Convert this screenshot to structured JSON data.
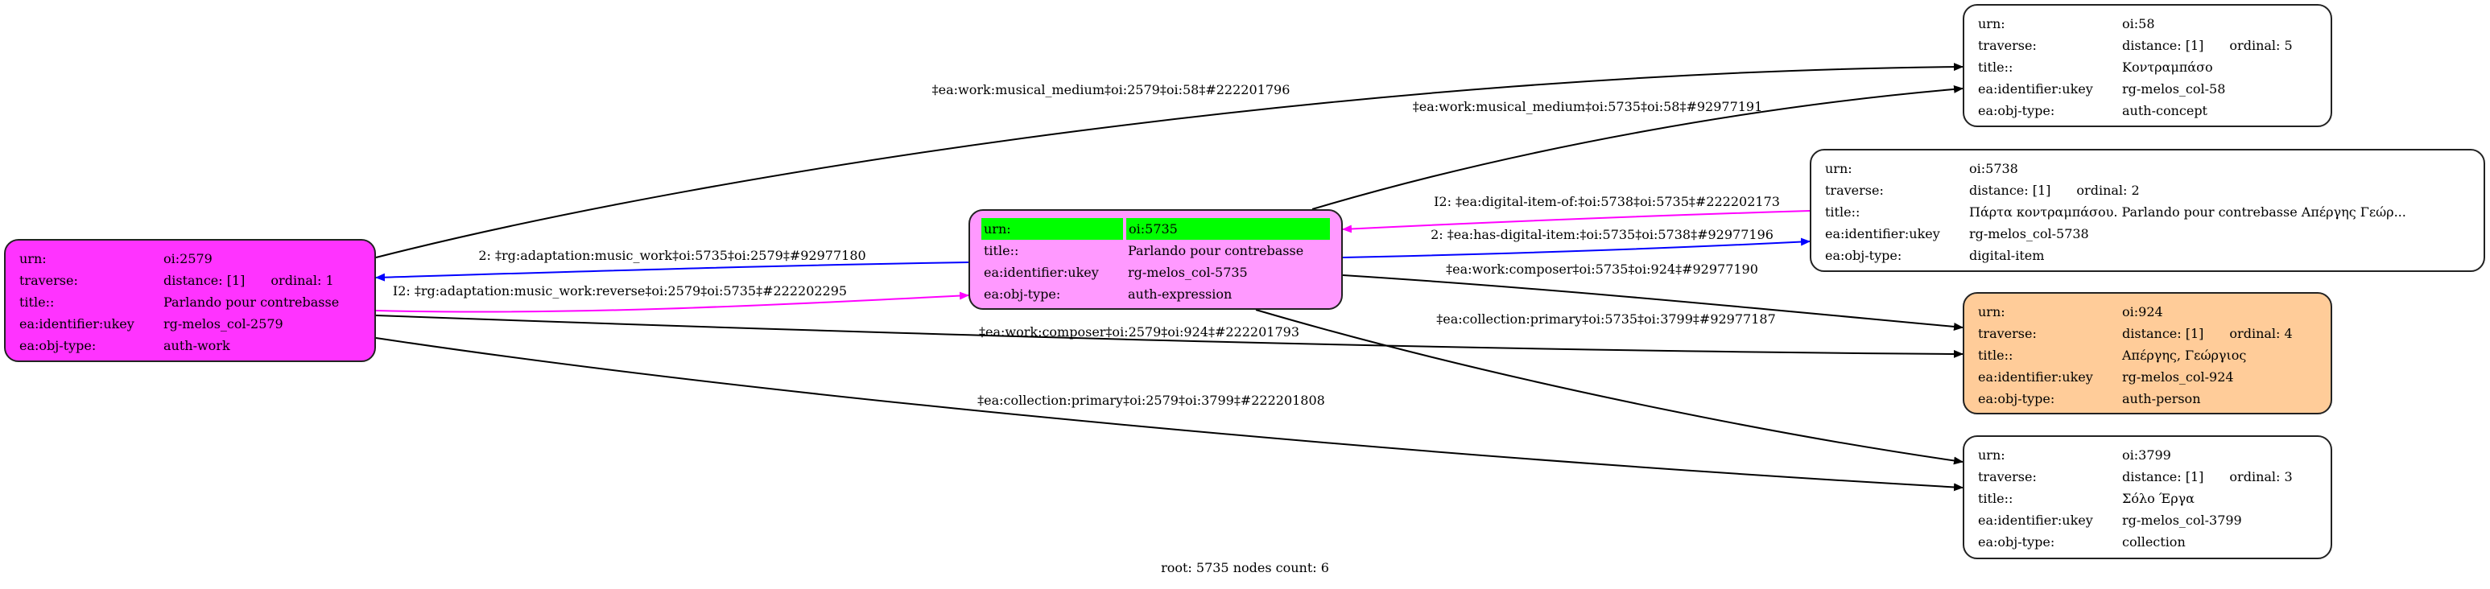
{
  "colors": {
    "work": "#ff33ff",
    "expression": "#ff99ff",
    "root_highlight": "#00ff00",
    "person": "#ffcc99",
    "edge_forward": "#0000ff",
    "edge_inverse": "#ff00ff",
    "edge_default": "#000000"
  },
  "nodes": {
    "n2579": {
      "urn_label": "urn:",
      "urn": "oi:2579",
      "traverse_label": "traverse:",
      "distance": "distance: [1]",
      "ordinal": "ordinal: 1",
      "title_label": "title::",
      "title": "Parlando pour contrebasse",
      "ukey_label": "ea:identifier:ukey",
      "ukey": "rg-melos_col-2579",
      "type_label": "ea:obj-type:",
      "type": "auth-work"
    },
    "n5735": {
      "urn_label": "urn:",
      "urn": "oi:5735",
      "title_label": "title::",
      "title": "Parlando pour contrebasse",
      "ukey_label": "ea:identifier:ukey",
      "ukey": "rg-melos_col-5735",
      "type_label": "ea:obj-type:",
      "type": "auth-expression"
    },
    "n58": {
      "urn_label": "urn:",
      "urn": "oi:58",
      "traverse_label": "traverse:",
      "distance": "distance: [1]",
      "ordinal": "ordinal: 5",
      "title_label": "title::",
      "title": "Κοντραμπάσο",
      "ukey_label": "ea:identifier:ukey",
      "ukey": "rg-melos_col-58",
      "type_label": "ea:obj-type:",
      "type": "auth-concept"
    },
    "n5738": {
      "urn_label": "urn:",
      "urn": "oi:5738",
      "traverse_label": "traverse:",
      "distance": "distance: [1]",
      "ordinal": "ordinal: 2",
      "title_label": "title::",
      "title": "Πάρτα κοντραμπάσου. Parlando pour contrebasse Απέργης Γεώρ...",
      "ukey_label": "ea:identifier:ukey",
      "ukey": "rg-melos_col-5738",
      "type_label": "ea:obj-type:",
      "type": "digital-item"
    },
    "n924": {
      "urn_label": "urn:",
      "urn": "oi:924",
      "traverse_label": "traverse:",
      "distance": "distance: [1]",
      "ordinal": "ordinal: 4",
      "title_label": "title::",
      "title": "Απέργης, Γεώργιος",
      "ukey_label": "ea:identifier:ukey",
      "ukey": "rg-melos_col-924",
      "type_label": "ea:obj-type:",
      "type": "auth-person"
    },
    "n3799": {
      "urn_label": "urn:",
      "urn": "oi:3799",
      "traverse_label": "traverse:",
      "distance": "distance: [1]",
      "ordinal": "ordinal: 3",
      "title_label": "title::",
      "title": "Σόλο Έργα",
      "ukey_label": "ea:identifier:ukey",
      "ukey": "rg-melos_col-3799",
      "type_label": "ea:obj-type:",
      "type": "collection"
    }
  },
  "edges": [
    {
      "from": "oi:2579",
      "to": "oi:58",
      "label": "‡ea:work:musical_medium‡oi:2579‡oi:58‡#222201796"
    },
    {
      "from": "oi:5735",
      "to": "oi:58",
      "label": "‡ea:work:musical_medium‡oi:5735‡oi:58‡#92977191"
    },
    {
      "from": "oi:5738",
      "to": "oi:5735",
      "label": "I2: ‡ea:digital-item-of:‡oi:5738‡oi:5735‡#222202173"
    },
    {
      "from": "oi:5735",
      "to": "oi:5738",
      "label": "2: ‡ea:has-digital-item:‡oi:5735‡oi:5738‡#92977196"
    },
    {
      "from": "oi:5735",
      "to": "oi:924",
      "label": "‡ea:work:composer‡oi:5735‡oi:924‡#92977190"
    },
    {
      "from": "oi:5735",
      "to": "oi:3799",
      "label": "‡ea:collection:primary‡oi:5735‡oi:3799‡#92977187"
    },
    {
      "from": "oi:5735",
      "to": "oi:2579",
      "label": "2: ‡rg:adaptation:music_work‡oi:5735‡oi:2579‡#92977180"
    },
    {
      "from": "oi:2579",
      "to": "oi:5735",
      "label": "I2: ‡rg:adaptation:music_work:reverse‡oi:2579‡oi:5735‡#222202295"
    },
    {
      "from": "oi:2579",
      "to": "oi:924",
      "label": "‡ea:work:composer‡oi:2579‡oi:924‡#222201793"
    },
    {
      "from": "oi:2579",
      "to": "oi:3799",
      "label": "‡ea:collection:primary‡oi:2579‡oi:3799‡#222201808"
    }
  ],
  "footer": "root: 5735 nodes count: 6"
}
